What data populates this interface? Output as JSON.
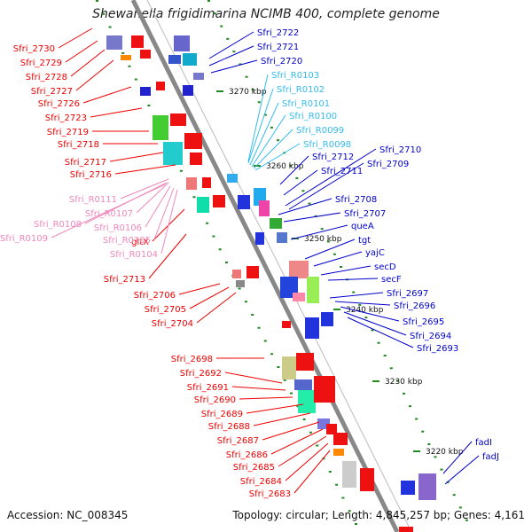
{
  "title": "Shewanella frigidimarina NCIMB 400, complete genome",
  "accession": "Accession: NC_008345",
  "summary": "Topology: circular; Length: 4,845,257 bp; Genes: 4,161",
  "colors": {
    "left_labels": "#ee0000",
    "right_labels": "#0000cc",
    "rna_right": "#33bbee",
    "rna_left": "#ee88bb",
    "backbone": "#888888",
    "tick": "#228822"
  },
  "kbp_marks": [
    {
      "label": "3270 kbp"
    },
    {
      "label": "3260 kbp"
    },
    {
      "label": "3250 kbp"
    },
    {
      "label": "3240 kbp"
    },
    {
      "label": "3230 kbp"
    },
    {
      "label": "3220 kbp"
    }
  ],
  "left_labels": [
    "Sfri_2730",
    "Sfri_2729",
    "Sfri_2728",
    "Sfri_2727",
    "Sfri_2726",
    "Sfri_2723",
    "Sfri_2719",
    "Sfri_2718",
    "Sfri_2717",
    "Sfri_2716",
    "gltX",
    "Sfri_2713",
    "Sfri_2706",
    "Sfri_2705",
    "Sfri_2704",
    "Sfri_2698",
    "Sfri_2692",
    "Sfri_2691",
    "Sfri_2690",
    "Sfri_2689",
    "Sfri_2688",
    "Sfri_2687",
    "Sfri_2686",
    "Sfri_2685",
    "Sfri_2684",
    "Sfri_2683"
  ],
  "left_rna_labels": [
    "Sfri_R0111",
    "Sfri_R0107",
    "Sfri_R0106",
    "Sfri_R0108",
    "Sfri_R0109",
    "Sfri_R0105",
    "Sfri_R0104"
  ],
  "right_labels": [
    "Sfri_2722",
    "Sfri_2721",
    "Sfri_2720",
    "Sfri_2710",
    "Sfri_2709",
    "Sfri_2712",
    "Sfri_2711",
    "Sfri_2708",
    "Sfri_2707",
    "queA",
    "tgt",
    "yajC",
    "secD",
    "secF",
    "Sfri_2697",
    "Sfri_2696",
    "Sfri_2695",
    "Sfri_2694",
    "Sfri_2693",
    "fadI",
    "fadJ"
  ],
  "right_rna_labels": [
    "Sfri_R0103",
    "Sfri_R0102",
    "Sfri_R0101",
    "Sfri_R0100",
    "Sfri_R0099",
    "Sfri_R0098"
  ]
}
